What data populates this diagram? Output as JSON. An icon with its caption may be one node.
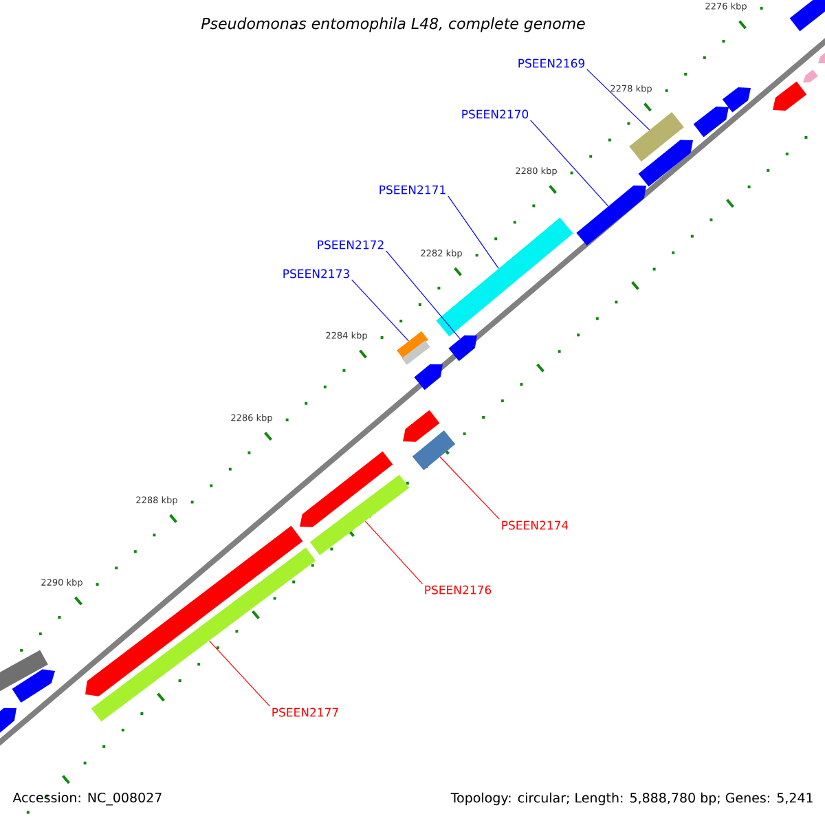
{
  "diagram": {
    "title": "Pseudomonas entomophila L48, complete genome",
    "nodes": [
      {
        "text": [
          "PSEEN2169"
        ]
      },
      {
        "text": [
          "PSEEN2170"
        ]
      },
      {
        "text": [
          "PSEEN2171"
        ]
      },
      {
        "text": [
          "PSEEN2172"
        ]
      },
      {
        "text": [
          "PSEEN2173"
        ]
      },
      {
        "text": [
          "PSEEN2174"
        ]
      },
      {
        "text": [
          "PSEEN2176"
        ]
      },
      {
        "text": [
          "PSEEN2177"
        ]
      },
      {
        "text": [],
        "shape": "pentagon"
      },
      {
        "text": [],
        "shape": "pentagon"
      },
      {
        "text": [],
        "shape": "pentagon"
      },
      {
        "text": [],
        "shape": "pentagon"
      },
      {
        "text": [],
        "shape": "pentagon"
      },
      {
        "text": [],
        "shape": "pentagon"
      },
      {
        "text": [],
        "shape": "bar"
      },
      {
        "text": [],
        "shape": "pentagon"
      },
      {
        "text": [],
        "shape": "pentagon"
      },
      {
        "text": [],
        "shape": "bar"
      },
      {
        "text": [],
        "shape": "bar"
      },
      {
        "text": [],
        "shape": "pentagon"
      },
      {
        "text": [],
        "shape": "bar"
      },
      {
        "text": [],
        "shape": "pentagon"
      },
      {
        "text": [],
        "shape": "pentagon"
      },
      {
        "text": [],
        "shape": "bar"
      },
      {
        "text": [],
        "shape": "pentagon"
      },
      {
        "text": [],
        "shape": "bar"
      },
      {
        "text": [],
        "shape": "pentagon"
      },
      {
        "text": [],
        "shape": "bar"
      },
      {
        "text": [],
        "shape": "bar"
      },
      {
        "text": [],
        "shape": "pentagon"
      },
      {
        "text": [],
        "shape": "pentagon"
      }
    ],
    "edges": [
      {
        "from": 0,
        "to": 14,
        "arrow": "none"
      },
      {
        "from": 1,
        "to": 16,
        "arrow": "none"
      },
      {
        "from": 2,
        "to": 17,
        "arrow": "none"
      },
      {
        "from": 3,
        "to": 19,
        "arrow": "none"
      },
      {
        "from": 4,
        "to": 18,
        "arrow": "none"
      },
      {
        "from": 5,
        "to": 23,
        "arrow": "none",
        "color": "#ff0000"
      },
      {
        "from": 6,
        "to": 25,
        "arrow": "none",
        "color": "#ff0000"
      },
      {
        "from": 7,
        "to": 27,
        "arrow": "none",
        "color": "#ff0000"
      }
    ],
    "labels": [
      "2276 kbp",
      "2278 kbp",
      "2280 kbp",
      "2282 kbp",
      "2284 kbp",
      "2286 kbp",
      "2288 kbp",
      "2290 kbp",
      "Accession: NC_008027",
      "Topology: circular; Length: 5,888,780 bp; Genes: 5,241"
    ]
  }
}
